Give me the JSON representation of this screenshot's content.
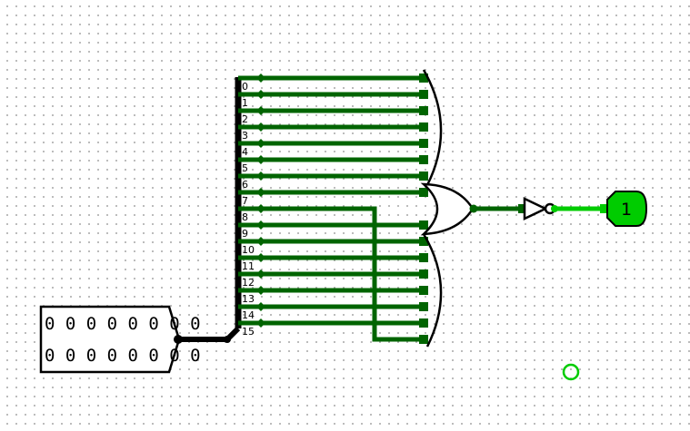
{
  "input_pin": {
    "row_top": "0 0 0 0 0 0 0 0",
    "row_bottom": "0 0 0 0 0 0 0 0"
  },
  "splitter": {
    "bit_labels": [
      "0",
      "1",
      "2",
      "3",
      "4",
      "5",
      "6",
      "7",
      "8",
      "9",
      "10",
      "11",
      "12",
      "13",
      "14",
      "15"
    ]
  },
  "output_probe": {
    "value": "1"
  },
  "colors": {
    "wire_dark_green": "#006400",
    "wire_bright_green": "#00cc00",
    "bus_black": "#000000"
  }
}
